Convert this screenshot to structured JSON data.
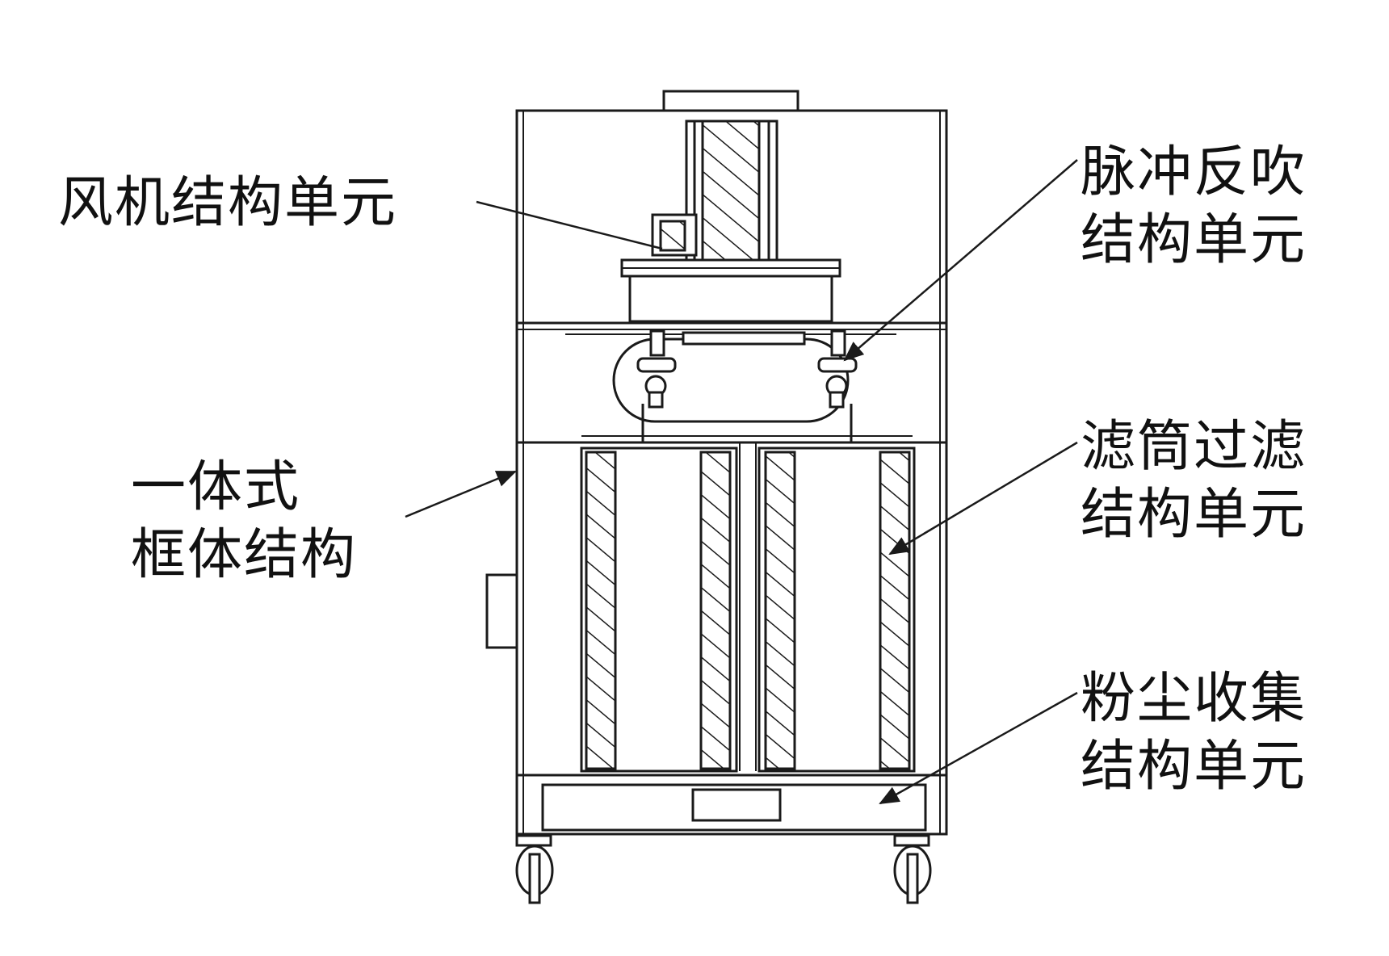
{
  "labels": {
    "fan_unit": "风机结构单元",
    "pulse_unit": [
      "脉冲反吹",
      "结构单元"
    ],
    "frame_unit": [
      "一体式",
      "框体结构"
    ],
    "filter_unit": [
      "滤筒过滤",
      "结构单元"
    ],
    "dust_unit": [
      "粉尘收集",
      "结构单元"
    ]
  },
  "colors": {
    "line": "#1a1a1a",
    "background": "#ffffff"
  }
}
